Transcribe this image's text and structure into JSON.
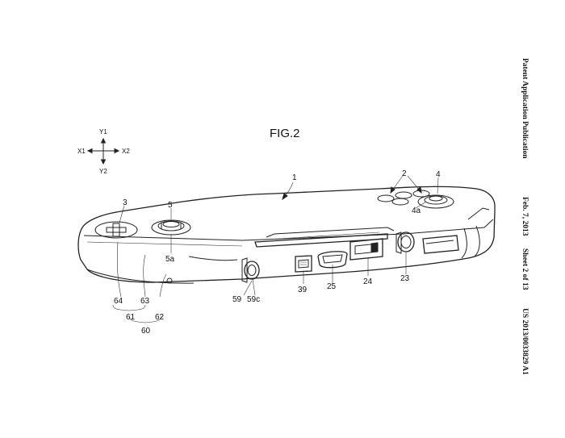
{
  "header": {
    "publication": "Patent Application Publication",
    "date": "Feb. 7, 2013",
    "sheet": "Sheet 2 of 13",
    "number": "US 2013/0033829 A1"
  },
  "figure": {
    "title": "FIG.2",
    "axes": {
      "y1": "Y1",
      "y2": "Y2",
      "x1": "X1",
      "x2": "X2"
    },
    "labels": {
      "l1": "1",
      "l2": "2",
      "l3": "3",
      "l4": "4",
      "l4a": "4a",
      "l5": "5",
      "l5a": "5a",
      "l23": "23",
      "l24": "24",
      "l25": "25",
      "l39": "39",
      "l59": "59",
      "l59c": "59c",
      "l60": "60",
      "l61": "61",
      "l62": "62",
      "l63": "63",
      "l64": "64"
    }
  }
}
